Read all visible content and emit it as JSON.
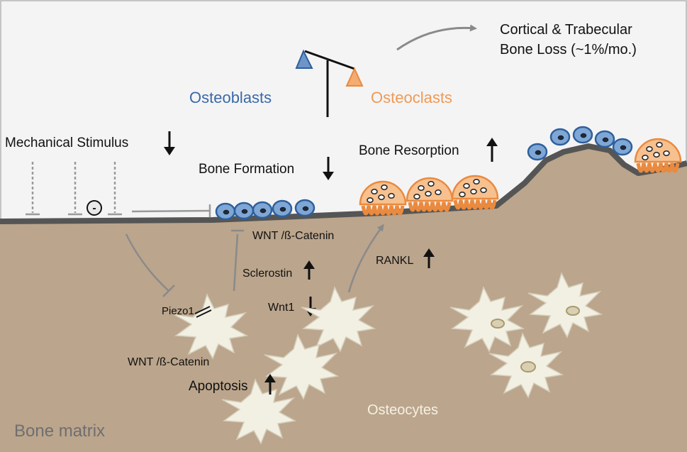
{
  "labels": {
    "cortical_line1": "Cortical & Trabecular",
    "cortical_line2": "Bone Loss (~1%/mo.)",
    "osteoblasts": "Osteoblasts",
    "osteoclasts": "Osteoclasts",
    "mechanical_stimulus": "Mechanical Stimulus",
    "bone_formation": "Bone Formation",
    "bone_resorption": "Bone Resorption",
    "wnt_catenin_top": "WNT /ß-Catenin",
    "sclerostin": "Sclerostin",
    "rankl": "RANKL",
    "wnt1": "Wnt1",
    "piezo1": "Piezo1",
    "wnt_catenin_bottom": "WNT /ß-Catenin",
    "apoptosis": "Apoptosis",
    "osteocytes": "Osteocytes",
    "bone_matrix": "Bone matrix",
    "inhibit_symbol": "-"
  },
  "colors": {
    "background": "#f4f4f5",
    "matrix": "#bba58c",
    "surface_line": "#555555",
    "osteoblast_blue": "#3e6fab",
    "osteoclast_orange": "#ef9a55",
    "osteocyte_fill": "#f2efe3",
    "arrow_gray": "#8a8a8a"
  }
}
